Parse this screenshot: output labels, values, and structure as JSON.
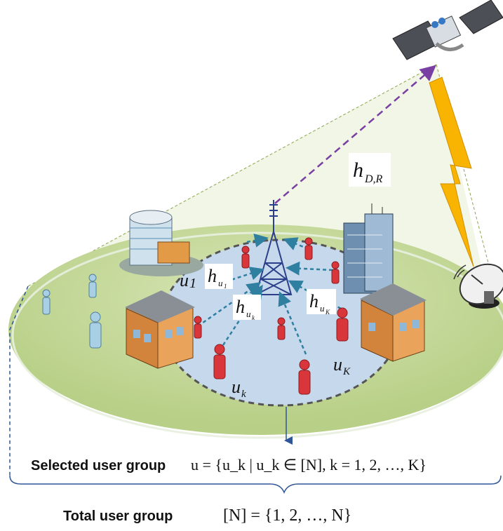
{
  "labels": {
    "h_dr_main": "h",
    "h_dr_sub": "D,R",
    "h_u1_main": "h",
    "h_u1_sub": "u",
    "h_u1_subsub": "1",
    "h_uk_main": "h",
    "h_uk_sub": "u",
    "h_uk_subsub": "k",
    "h_uK_main": "h",
    "h_uK_sub": "u",
    "h_uK_subsub": "K",
    "u1_main": "u",
    "u1_sub": "1",
    "uk_main": "u",
    "uk_sub": "k",
    "uK_main": "u",
    "uK_sub": "K"
  },
  "captions": {
    "selected_label": "Selected user group",
    "selected_formula": "u = {u_k | u_k ∈ [N], k = 1, 2, …, K}",
    "total_label": "Total user group",
    "total_formula": "[N] = {1, 2, …, N}"
  },
  "colors": {
    "ground": "#c9dba0",
    "selected_area": "#c6d8ec",
    "user_red": "#d9363b",
    "user_blue": "#a9cfe5",
    "beam": "#eef5e2",
    "lightning": "#f8b400",
    "dr_link": "#7a3fa3",
    "user_link": "#2f7fa0",
    "tower": "#2b3f8a",
    "brace": "#2f5597"
  }
}
